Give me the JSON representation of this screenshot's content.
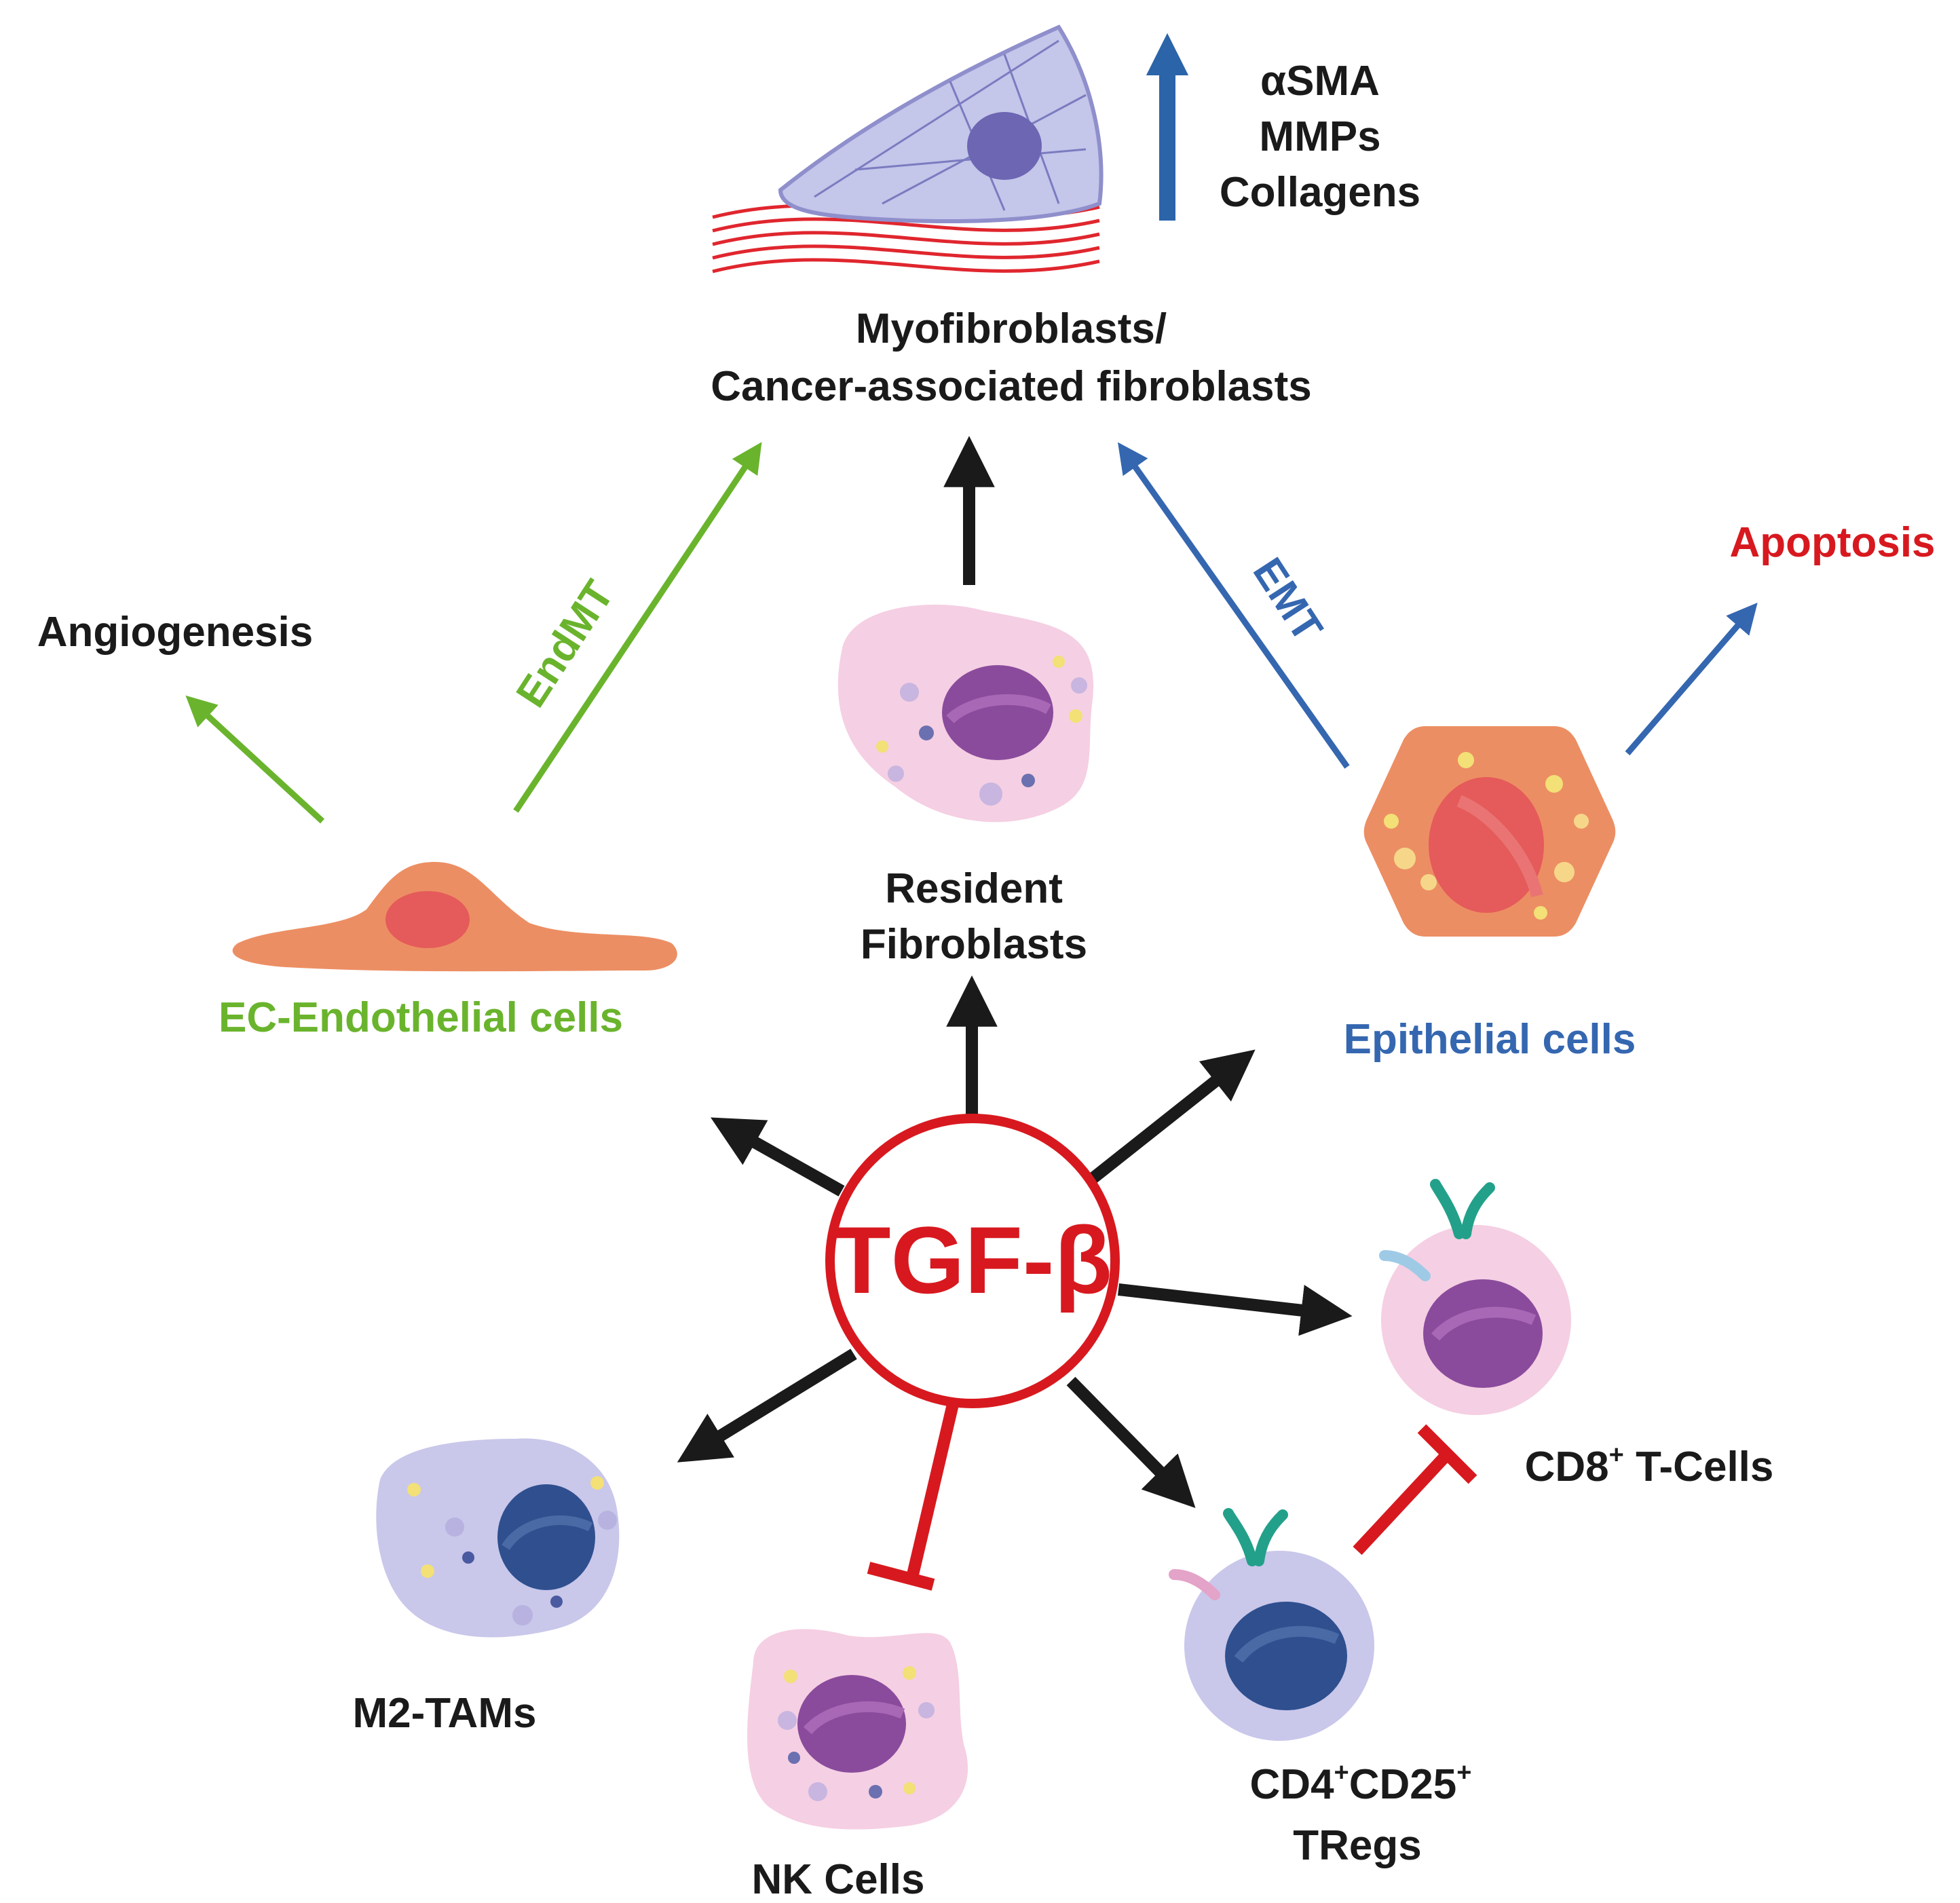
{
  "center": {
    "label": "TGF-β",
    "color": "#d7191f"
  },
  "top_cell": {
    "label_line1": "Myofibroblasts/",
    "label_line2": "Cancer-associated fibroblasts",
    "markers": [
      "αSMA",
      "MMPs",
      "Collagens"
    ],
    "marker_arrow_color": "#2b64a8"
  },
  "resident": {
    "line1": "Resident",
    "line2": "Fibroblasts"
  },
  "endothelial": {
    "label": "EC-Endothelial cells",
    "color": "#6ab42d"
  },
  "epithelial": {
    "label": "Epithelial cells",
    "color": "#3567b0"
  },
  "angiogenesis": {
    "label": "Angiogenesis"
  },
  "apoptosis": {
    "label": "Apoptosis",
    "color": "#d7191f"
  },
  "endmt": {
    "label": "EndMT"
  },
  "emt": {
    "label": "EMT"
  },
  "cd8": {
    "prefix": "CD8",
    "sup": "+",
    "suffix": " T-Cells"
  },
  "tregs": {
    "a": "CD4",
    "a_sup": "+",
    "b": "CD25",
    "b_sup": "+",
    "line2": "TRegs"
  },
  "m2": {
    "label": "M2-TAMs"
  },
  "nk": {
    "label": "NK Cells"
  },
  "colors": {
    "arrow_black": "#1a1a1a",
    "inhibit_red": "#d7191f",
    "fibroblast_pink": "#f5cfe3",
    "nucleus_purple": "#8a4b9c",
    "macrophage_lavender": "#c9c7ea",
    "nucleus_blue": "#2f4f8f",
    "cell_orange": "#ec8e63",
    "nucleus_red": "#e55a5a"
  }
}
